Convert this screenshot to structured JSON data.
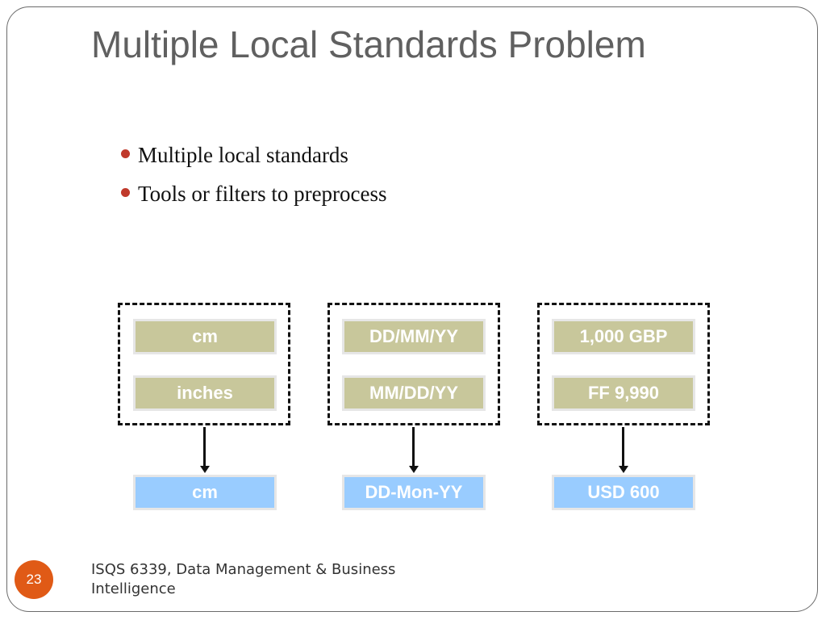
{
  "slide": {
    "title": "Multiple Local Standards Problem",
    "bullets": [
      "Multiple local standards",
      "Tools or filters to preprocess"
    ],
    "groups": [
      {
        "inputs": [
          "cm",
          "inches"
        ],
        "output": "cm"
      },
      {
        "inputs": [
          "DD/MM/YY",
          "MM/DD/YY"
        ],
        "output": "DD-Mon-YY"
      },
      {
        "inputs": [
          "1,000 GBP",
          "FF 9,990"
        ],
        "output": "USD 600"
      }
    ],
    "page_number": "23",
    "footer": "ISQS 6339, Data Management & Business Intelligence"
  },
  "colors": {
    "input_box": "#c8c79b",
    "output_box": "#99ccff",
    "bullet_dot": "#c0392b",
    "page_badge": "#e05a16",
    "title_text": "#606060"
  }
}
